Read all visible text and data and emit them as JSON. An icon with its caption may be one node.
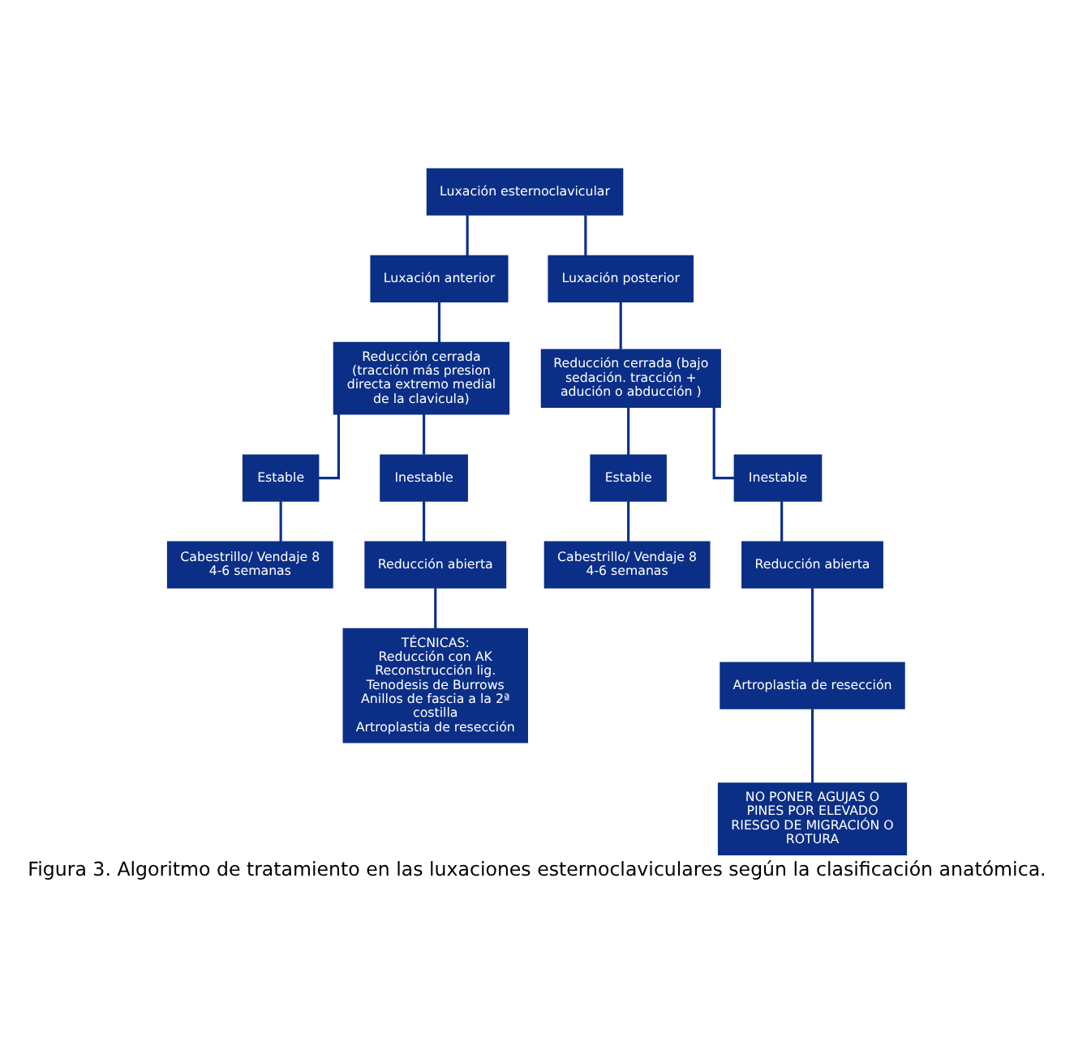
{
  "diagram": {
    "caption": "Figura 3. Algoritmo de tratamiento en las luxaciones esternoclaviculares según la clasificación anatómica.",
    "nodes": [
      {
        "text": [
          "Luxación esternoclavicular"
        ]
      },
      {
        "text": [
          "Luxación anterior"
        ]
      },
      {
        "text": [
          "Luxación posterior"
        ]
      },
      {
        "text": [
          "Reducción cerrada (tracción más presion directa extremo medial de la clavicula)"
        ]
      },
      {
        "text": [
          "Reducción cerrada (bajo sedación. tracción + adución o abducción )"
        ]
      },
      {
        "text": [
          "Estable"
        ]
      },
      {
        "text": [
          "Inestable"
        ]
      },
      {
        "text": [
          "Estable"
        ]
      },
      {
        "text": [
          "Inestable"
        ]
      },
      {
        "text": [
          "Cabestrillo/ Vendaje 8 4-6 semanas"
        ]
      },
      {
        "text": [
          "Reducción abierta"
        ]
      },
      {
        "text": [
          "Cabestrillo/ Vendaje 8 4-6 semanas"
        ]
      },
      {
        "text": [
          "Reducción abierta"
        ]
      },
      {
        "text": [
          "TÉCNICAS:",
          "Reducción con AK",
          "Reconstrucción lig.",
          "Tenodesis de Burrows",
          "Anillos de fascia a la 2ª costilla",
          "Artroplastia de resección"
        ]
      },
      {
        "text": [
          "Artroplastia de resección"
        ]
      },
      {
        "text": [
          "NO PONER AGUJAS O PINES POR ELEVADO RIESGO DE MIGRACIÓN O ROTURA"
        ]
      }
    ],
    "edges": [
      {
        "from": 0,
        "to": 1,
        "arrow": "none"
      },
      {
        "from": 0,
        "to": 2,
        "arrow": "none"
      },
      {
        "from": 1,
        "to": 3,
        "arrow": "none"
      },
      {
        "from": 2,
        "to": 4,
        "arrow": "none"
      },
      {
        "from": 3,
        "to": 5,
        "arrow": "none"
      },
      {
        "from": 3,
        "to": 6,
        "arrow": "none"
      },
      {
        "from": 4,
        "to": 7,
        "arrow": "none"
      },
      {
        "from": 4,
        "to": 8,
        "arrow": "none"
      },
      {
        "from": 5,
        "to": 9,
        "arrow": "none"
      },
      {
        "from": 6,
        "to": 10,
        "arrow": "none"
      },
      {
        "from": 10,
        "to": 13,
        "arrow": "none"
      },
      {
        "from": 7,
        "to": 11,
        "arrow": "none"
      },
      {
        "from": 8,
        "to": 12,
        "arrow": "none"
      },
      {
        "from": 12,
        "to": 14,
        "arrow": "none"
      },
      {
        "from": 14,
        "to": 15,
        "arrow": "none"
      }
    ]
  }
}
